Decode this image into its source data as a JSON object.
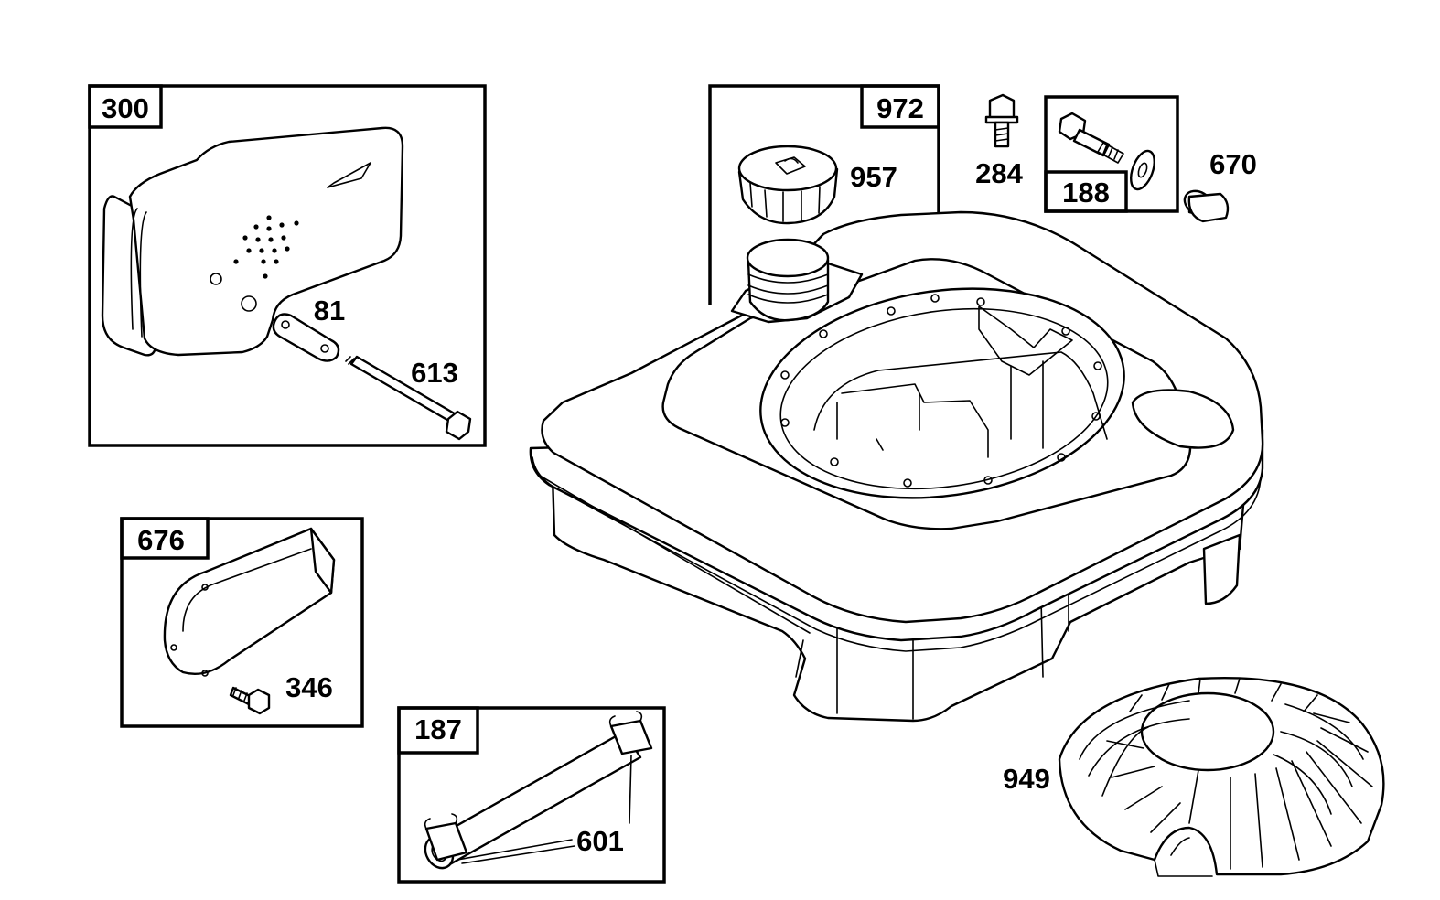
{
  "groups": [
    {
      "id": "300",
      "label": "300",
      "parts": [
        "81",
        "613"
      ]
    },
    {
      "id": "972",
      "label": "972",
      "parts": [
        "957"
      ]
    },
    {
      "id": "188",
      "label": "188",
      "parts": []
    },
    {
      "id": "676",
      "label": "676",
      "parts": [
        "346"
      ]
    },
    {
      "id": "187",
      "label": "187",
      "parts": [
        "601"
      ]
    }
  ],
  "callouts": {
    "p81": "81",
    "p613": "613",
    "p957": "957",
    "p284": "284",
    "p670": "670",
    "p346": "346",
    "p601": "601",
    "p949": "949"
  }
}
